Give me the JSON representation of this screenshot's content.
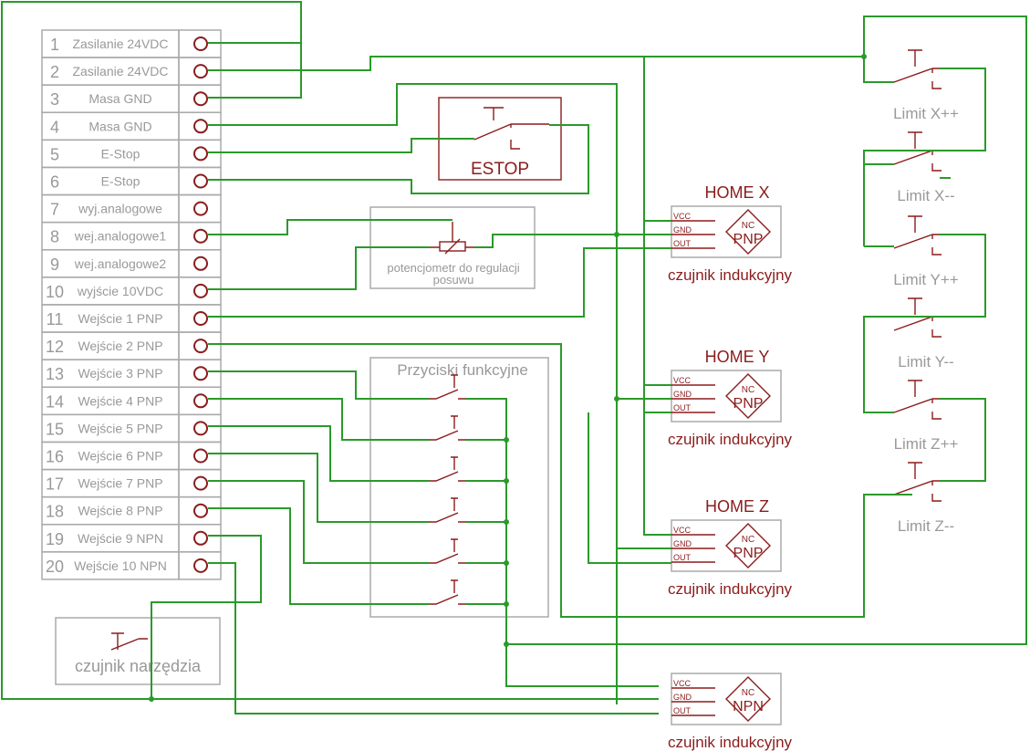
{
  "terminals": [
    {
      "num": "1",
      "label": "Zasilanie 24VDC"
    },
    {
      "num": "2",
      "label": "Zasilanie 24VDC"
    },
    {
      "num": "3",
      "label": "Masa GND"
    },
    {
      "num": "4",
      "label": "Masa GND"
    },
    {
      "num": "5",
      "label": "E-Stop"
    },
    {
      "num": "6",
      "label": "E-Stop"
    },
    {
      "num": "7",
      "label": "wyj.analogowe"
    },
    {
      "num": "8",
      "label": "wej.analogowe1"
    },
    {
      "num": "9",
      "label": "wej.analogowe2"
    },
    {
      "num": "10",
      "label": "wyjście 10VDC"
    },
    {
      "num": "11",
      "label": "Wejście 1 PNP"
    },
    {
      "num": "12",
      "label": "Wejście 2 PNP"
    },
    {
      "num": "13",
      "label": "Wejście 3 PNP"
    },
    {
      "num": "14",
      "label": "Wejście 4 PNP"
    },
    {
      "num": "15",
      "label": "Wejście 5 PNP"
    },
    {
      "num": "16",
      "label": "Wejście 6 PNP"
    },
    {
      "num": "17",
      "label": "Wejście 7 PNP"
    },
    {
      "num": "18",
      "label": "Wejście 8 PNP"
    },
    {
      "num": "19",
      "label": "Wejście 9 NPN"
    },
    {
      "num": "20",
      "label": "Wejście 10 NPN"
    }
  ],
  "estop": {
    "label": "ESTOP"
  },
  "potentiometer": {
    "label_line1": "potencjometr do regulacji",
    "label_line2": "posuwu"
  },
  "function_buttons": {
    "label": "Przyciski funkcyjne"
  },
  "tool_sensor": {
    "label": "czujnik narzędzia"
  },
  "sensors": [
    {
      "title": "HOME X",
      "type": "PNP",
      "nc": "NC",
      "caption": "czujnik indukcyjny",
      "pins": [
        "VCC",
        "GND",
        "OUT"
      ]
    },
    {
      "title": "HOME Y",
      "type": "PNP",
      "nc": "NC",
      "caption": "czujnik indukcyjny",
      "pins": [
        "VCC",
        "GND",
        "OUT"
      ]
    },
    {
      "title": "HOME Z",
      "type": "PNP",
      "nc": "NC",
      "caption": "czujnik indukcyjny",
      "pins": [
        "VCC",
        "GND",
        "OUT"
      ]
    },
    {
      "title": "",
      "type": "NPN",
      "nc": "NC",
      "caption": "czujnik indukcyjny",
      "pins": [
        "VCC",
        "GND",
        "OUT"
      ]
    }
  ],
  "limits": [
    {
      "label": "Limit X++"
    },
    {
      "label": "Limit X--"
    },
    {
      "label": "Limit Y++"
    },
    {
      "label": "Limit Y--"
    },
    {
      "label": "Limit Z++"
    },
    {
      "label": "Limit Z--"
    }
  ]
}
